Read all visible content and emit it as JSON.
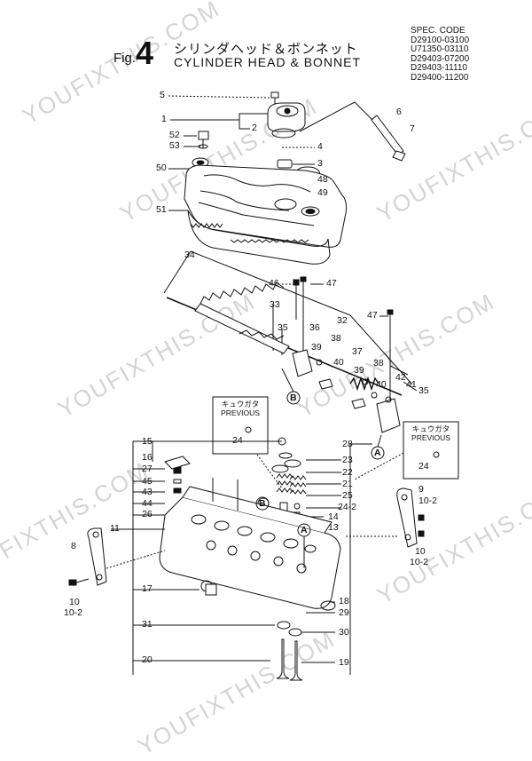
{
  "header": {
    "fig_prefix": "Fig.",
    "fig_number": "4",
    "title_jp": "シリンダヘッド＆ボンネット",
    "title_en": "CYLINDER HEAD & BONNET"
  },
  "spec": {
    "heading": "SPEC. CODE",
    "codes": [
      "D29100-03100",
      "U71350-03110",
      "D29403-07200",
      "D29403-11110",
      "D29400-11200"
    ]
  },
  "watermark": "YOUFIXTHIS.COM",
  "callouts": {
    "previous_left_jp": "キュウガタ",
    "previous_left_en": "PREVIOUS",
    "previous_right_jp": "キュウガタ",
    "previous_right_en": "PREVIOUS",
    "ref_a": "A",
    "ref_b": "B"
  },
  "labels": {
    "p5": "5",
    "p1": "1",
    "p2": "2",
    "p52": "52",
    "p53": "53",
    "p50": "50",
    "p51": "51",
    "p6": "6",
    "p7": "7",
    "p4": "4",
    "p3": "3",
    "p48": "48",
    "p49": "49",
    "p34": "34",
    "p46": "46",
    "p47a": "47",
    "p33": "33",
    "p35a": "35",
    "p36": "36",
    "p32": "32",
    "p38a": "38",
    "p39a": "39",
    "p37": "37",
    "p40a": "40",
    "p47b": "47",
    "p39b": "39",
    "p38b": "38",
    "p40b": "40",
    "p42": "42",
    "p41": "41",
    "p35b": "35",
    "p24a": "24",
    "p24b": "24",
    "p15": "15",
    "p16": "16",
    "p27": "27",
    "p45": "45",
    "p43": "43",
    "p44": "44",
    "p26": "26",
    "p11": "11",
    "p8": "8",
    "p10a": "10",
    "p10_2a": "10-2",
    "p28": "28",
    "p23": "23",
    "p22": "22",
    "p21": "21",
    "p25": "25",
    "p24_2": "24-2",
    "p14": "14",
    "p13": "13",
    "p9": "9",
    "p10_2b": "10-2",
    "p10b": "10",
    "p10_2c": "10-2",
    "p17": "17",
    "p18": "18",
    "p29": "29",
    "p31": "31",
    "p30": "30",
    "p20": "20",
    "p19": "19"
  }
}
